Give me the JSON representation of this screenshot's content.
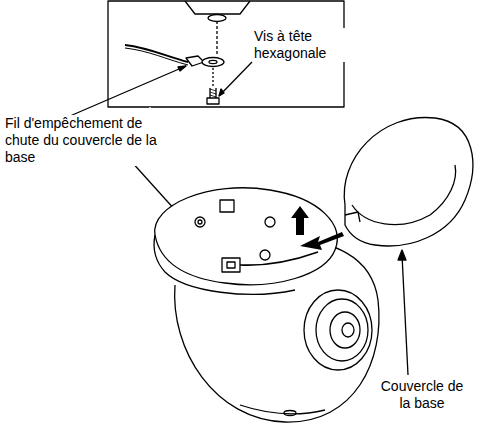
{
  "diagram": {
    "labels": [
      "Vis à tête hexagonale",
      "Fil d'empêchement de chute du couvercle de la base",
      "Couvercle de la base"
    ]
  }
}
